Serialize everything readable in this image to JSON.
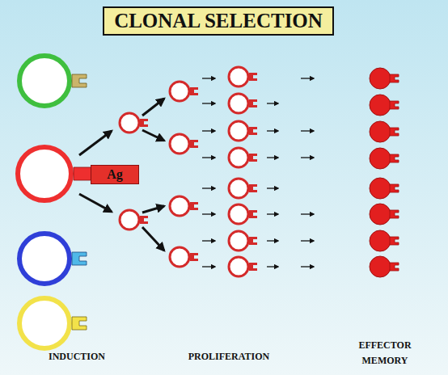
{
  "diagram": {
    "title": "CLONAL SELECTION",
    "nodes": [
      {
        "text": [
          "Ag"
        ]
      }
    ],
    "labels": [
      "INDUCTION",
      "PROLIFERATION",
      "EFFECTOR MEMORY"
    ]
  }
}
